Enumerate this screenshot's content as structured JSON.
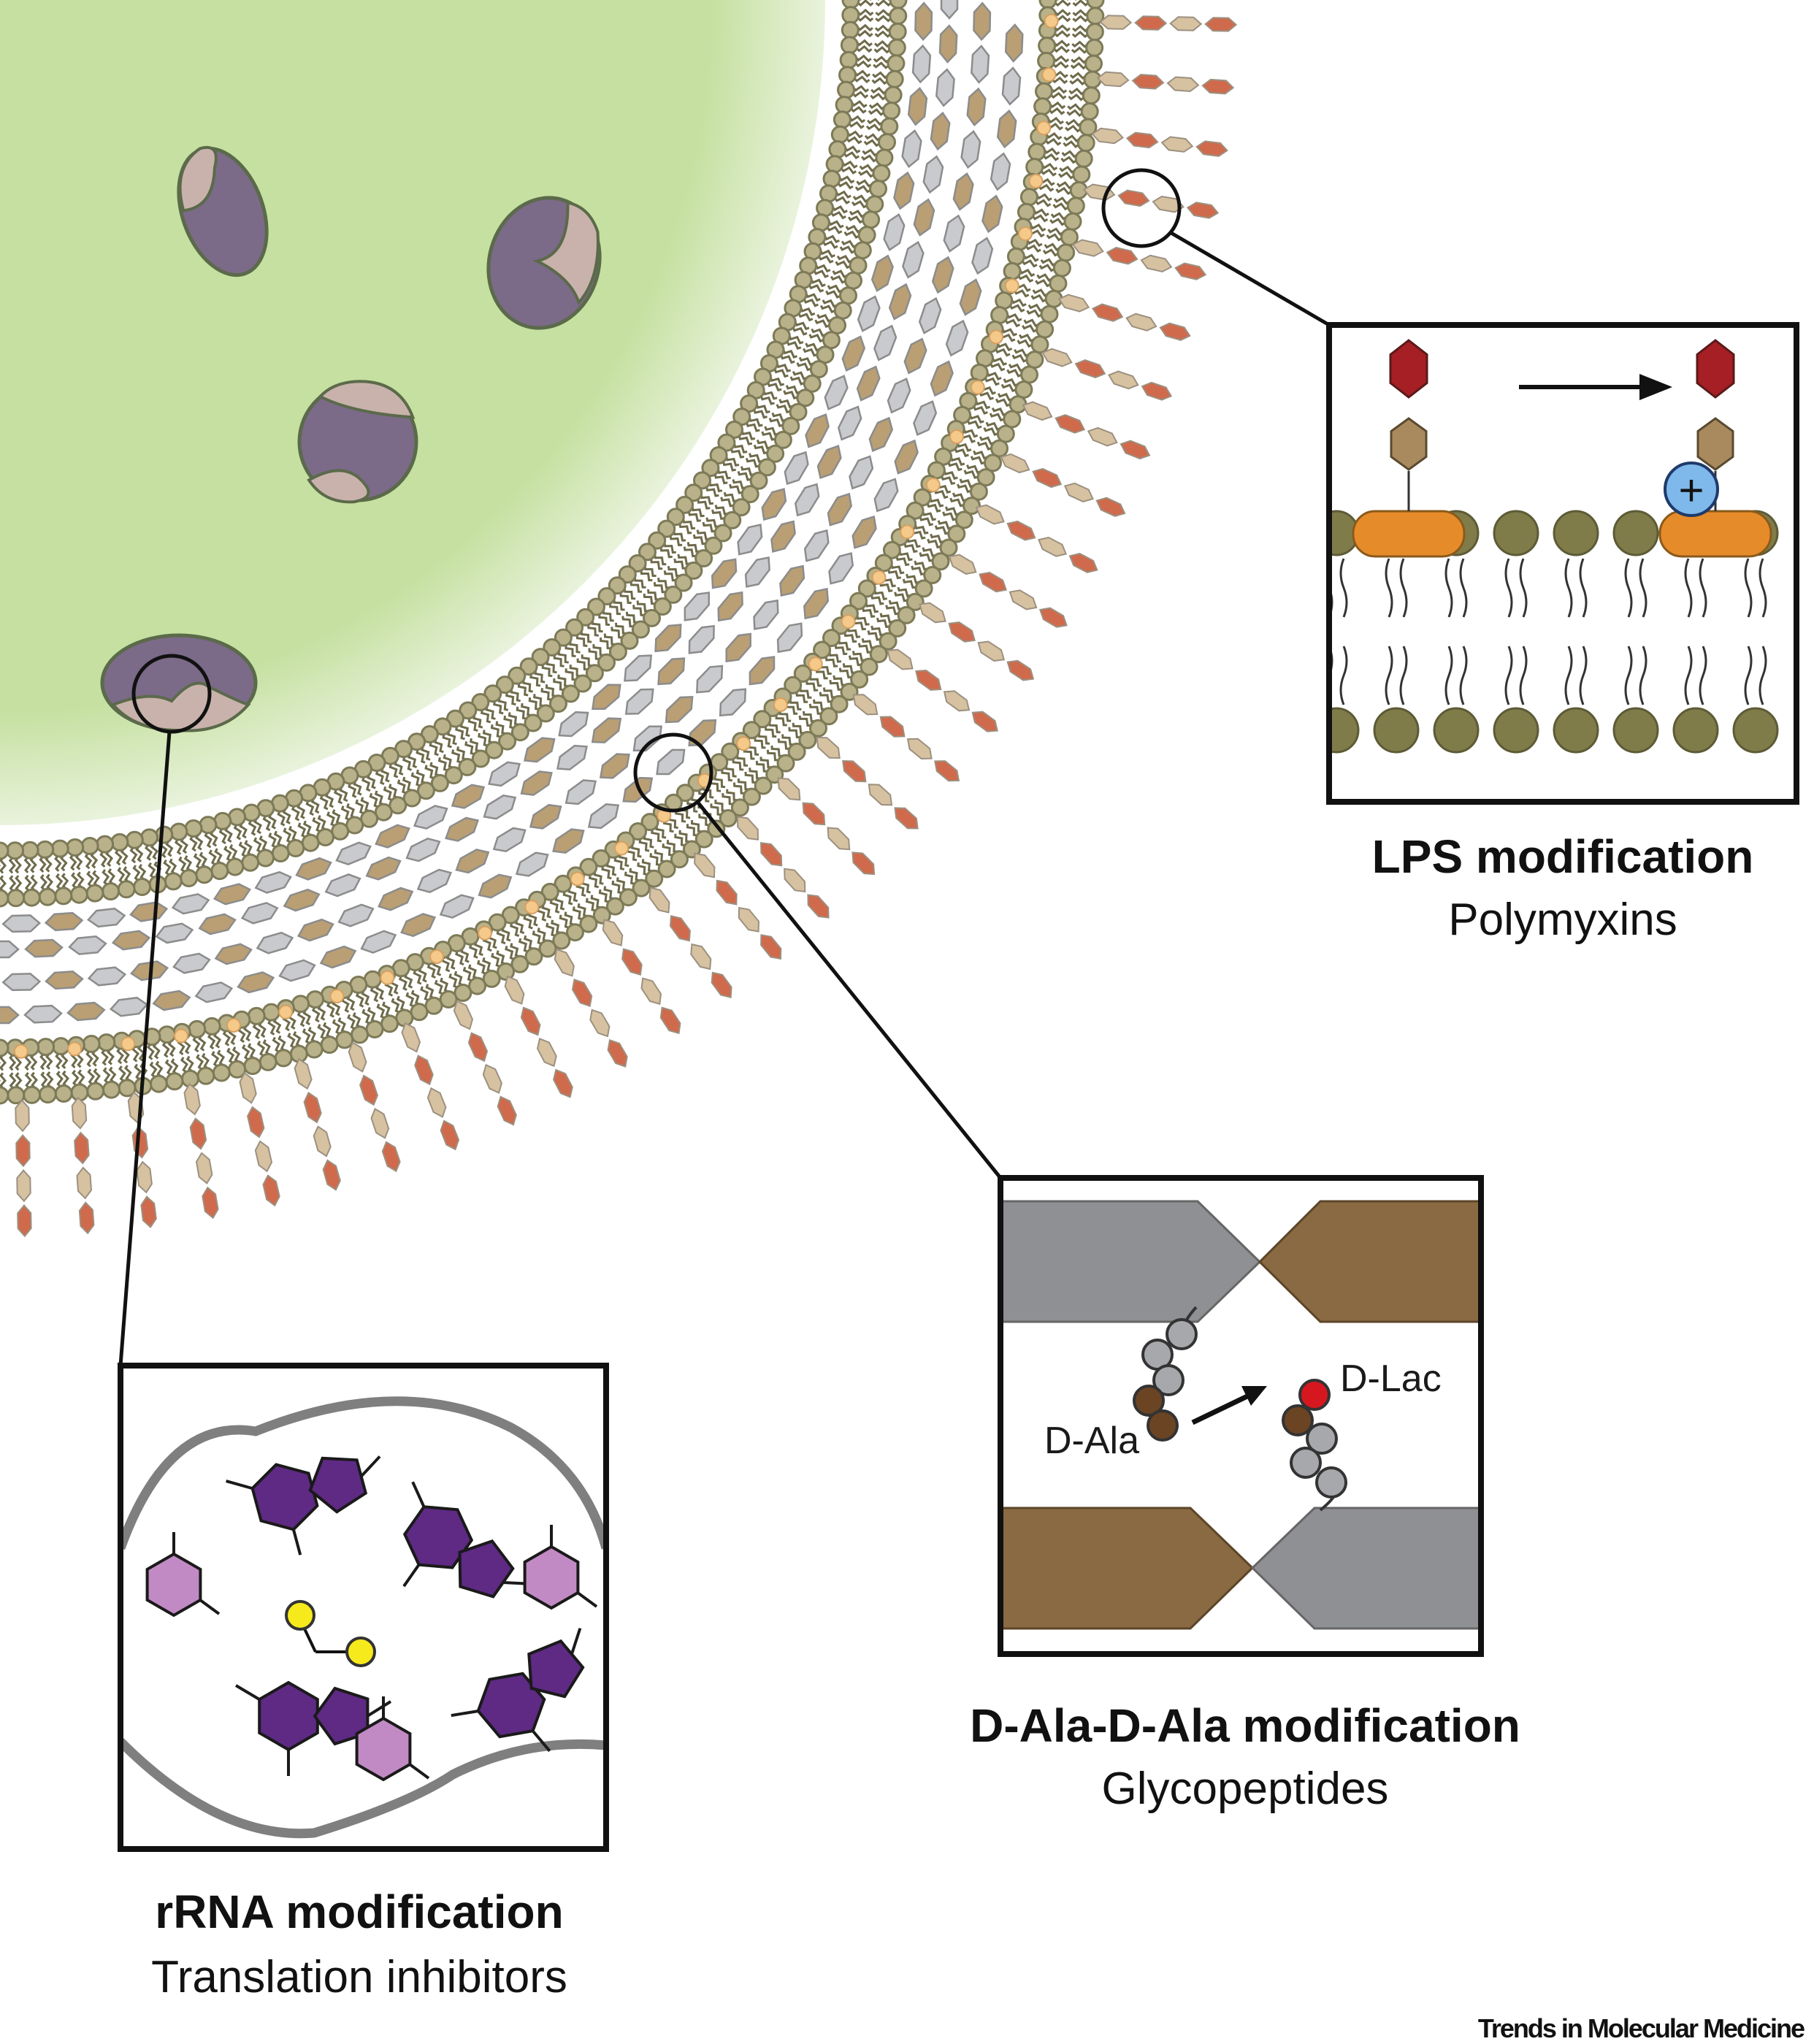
{
  "panels": {
    "lps": {
      "title": "LPS modification",
      "subtitle": "Polymyxins",
      "charge_symbol": "+"
    },
    "dala": {
      "title": "D-Ala-D-Ala modification",
      "subtitle": "Glycopeptides",
      "label_before": "D-Ala",
      "label_after": "D-Lac"
    },
    "rrna": {
      "title": "rRNA modification",
      "subtitle": "Translation inhibitors"
    }
  },
  "footer": {
    "journal": "Trends in Molecular Medicine"
  },
  "colors": {
    "cytoplasm": "#c5e0a0",
    "lipid_head": "#b9b189",
    "lipid_stroke": "#7d7a58",
    "sugar_tan": "#d6c2a0",
    "sugar_red": "#d06a4c",
    "peptidoglycan_grey": "#c8cacd",
    "peptidoglycan_brown": "#b99f73",
    "ribosome_dark": "#7c6a89",
    "ribosome_light": "#c9b2ac",
    "lipid_a": "#e68b2a",
    "lps_red": "#a51f24",
    "lps_tan": "#a98a5e",
    "charge_blue": "#7fb8ea",
    "panel_head": "#7f7c4a",
    "base_dark": "#5e2a84",
    "base_light": "#c28ac4",
    "methyl_yellow": "#f6ea1d",
    "dlac_red": "#d6171f",
    "dala_brown": "#6b4424",
    "stem_grey": "#a6a8ab",
    "pg_grey_dark": "#8e9093",
    "pg_brown_dark": "#8a6a43"
  }
}
